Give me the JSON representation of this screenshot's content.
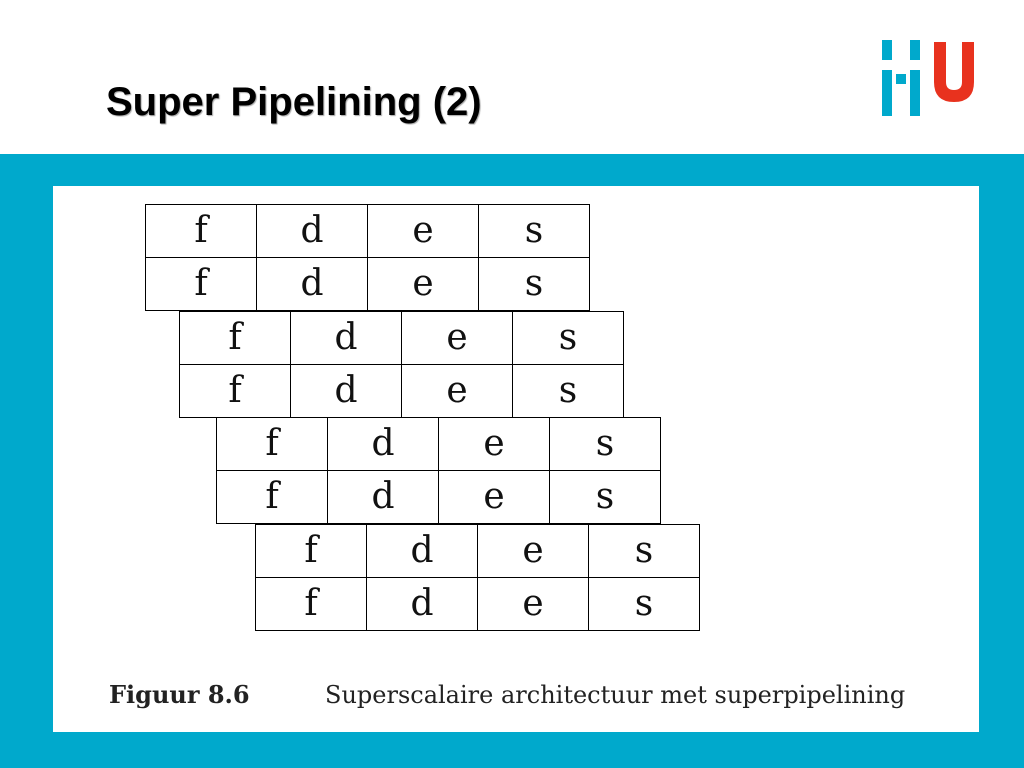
{
  "slide": {
    "title": "Super Pipelining (2)"
  },
  "logo": {
    "name": "HU",
    "colors": {
      "bars": "#00a9cc",
      "u": "#e8321e"
    }
  },
  "figure": {
    "stage_labels": [
      "f",
      "d",
      "e",
      "s"
    ],
    "groups": 4,
    "rows_per_group": 2,
    "caption_label": "Figuur 8.6",
    "caption_text": "Superscalaire architectuur met superpipelining"
  },
  "colors": {
    "band": "#00a9cc",
    "panel": "#ffffff",
    "title_text": "#000000"
  }
}
